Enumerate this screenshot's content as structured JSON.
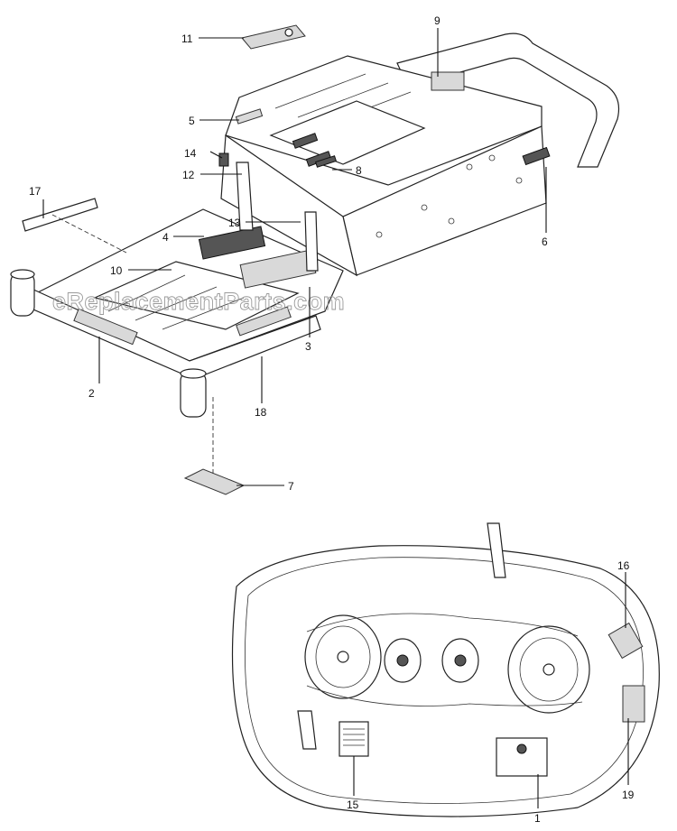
{
  "watermark": "eReplacementParts.com",
  "callouts": {
    "c1": "1",
    "c2": "2",
    "c3": "3",
    "c4": "4",
    "c5": "5",
    "c6": "6",
    "c7": "7",
    "c8": "8",
    "c9": "9",
    "c10": "10",
    "c11": "11",
    "c12": "12",
    "c13": "13",
    "c14": "14",
    "c15": "15",
    "c16": "16",
    "c17": "17",
    "c18": "18",
    "c19": "19"
  },
  "colors": {
    "ink": "#111111",
    "shade": "#d9d9d9",
    "watermark": "#9a9a9a"
  }
}
